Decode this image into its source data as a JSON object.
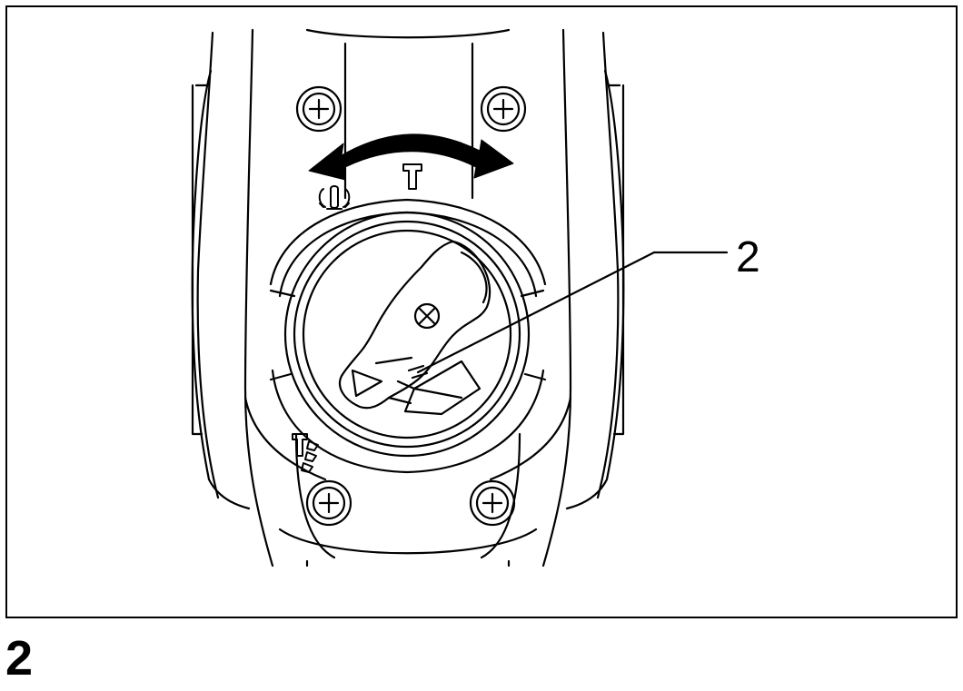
{
  "figure": {
    "number": "2",
    "callouts": [
      {
        "label": "2",
        "target": "mode-change-lever"
      }
    ]
  },
  "icons": [
    "screw-icon",
    "arrow-double-icon",
    "hammer-icon",
    "rotation-only-icon",
    "rotation-hammer-icon",
    "triangle-pointer-icon"
  ],
  "colors": {
    "line": "#000000",
    "background": "#ffffff"
  }
}
